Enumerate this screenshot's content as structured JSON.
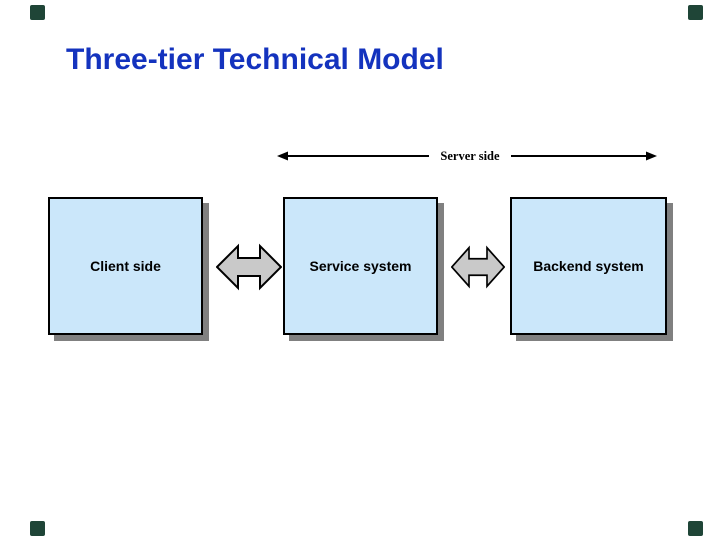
{
  "slide": {
    "title": "Three-tier Technical Model"
  },
  "server_span": {
    "label": "Server side",
    "left_arrowhead": "arrow-left-icon",
    "right_arrowhead": "arrow-right-icon"
  },
  "boxes": [
    {
      "label": "Client side"
    },
    {
      "label": "Service system"
    },
    {
      "label": "Backend system"
    }
  ],
  "connectors": [
    {
      "icon": "double-arrow-icon",
      "between": "Client side and Service system"
    },
    {
      "icon": "double-arrow-icon",
      "between": "Service system and Backend system"
    }
  ],
  "colors": {
    "title_color": "#1433BE",
    "box_fill": "#CBE7FA",
    "box_border": "#000000",
    "shadow": "#808080",
    "arrow_fill": "#C9C9C9",
    "arrow_border": "#000000",
    "corner_mark": "#1F4537"
  }
}
